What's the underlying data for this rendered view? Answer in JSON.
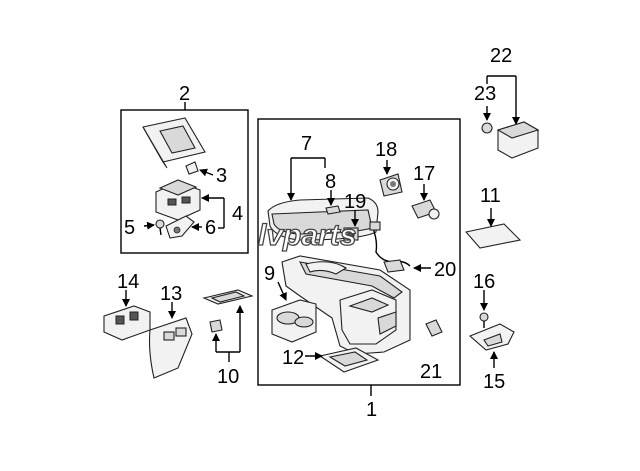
{
  "watermark": "lvparts",
  "callouts": [
    "1",
    "2",
    "3",
    "4",
    "5",
    "6",
    "7",
    "8",
    "9",
    "10",
    "11",
    "12",
    "13",
    "14",
    "15",
    "16",
    "17",
    "18",
    "19",
    "20",
    "21",
    "22",
    "23"
  ]
}
